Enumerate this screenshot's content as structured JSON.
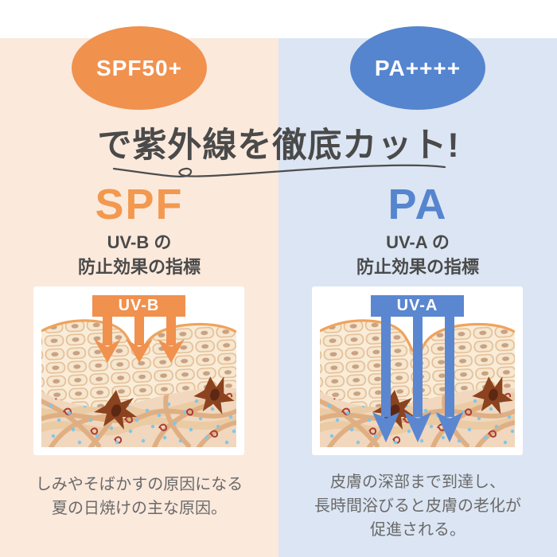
{
  "badges": {
    "spf": {
      "label": "SPF50+"
    },
    "pa": {
      "label": "PA++++"
    }
  },
  "title": "で紫外線を徹底カット!",
  "columns": {
    "spf": {
      "heading": "SPF",
      "sub_line1": "UV-B の",
      "sub_line2": "防止効果の指標",
      "uv_label": "UV-B",
      "caption_line1": "しみやそばかすの原因になる",
      "caption_line2": "夏の日焼けの主な原因。"
    },
    "pa": {
      "heading": "PA",
      "sub_line1": "UV-A の",
      "sub_line2": "防止効果の指標",
      "uv_label": "UV-A",
      "caption_line1": "皮膚の深部まで到達し、",
      "caption_line2": "長時間浴びると皮膚の老化が",
      "caption_line3": "促進される。"
    }
  },
  "colors": {
    "orange_accent": "#F0914E",
    "blue_accent": "#5585CE",
    "left_background": "#FBE9DC",
    "right_background": "#DCE5F3",
    "title_text": "#4A4A4A",
    "caption_text": "#6A6A6A",
    "card_background": "#FFFFFF"
  }
}
